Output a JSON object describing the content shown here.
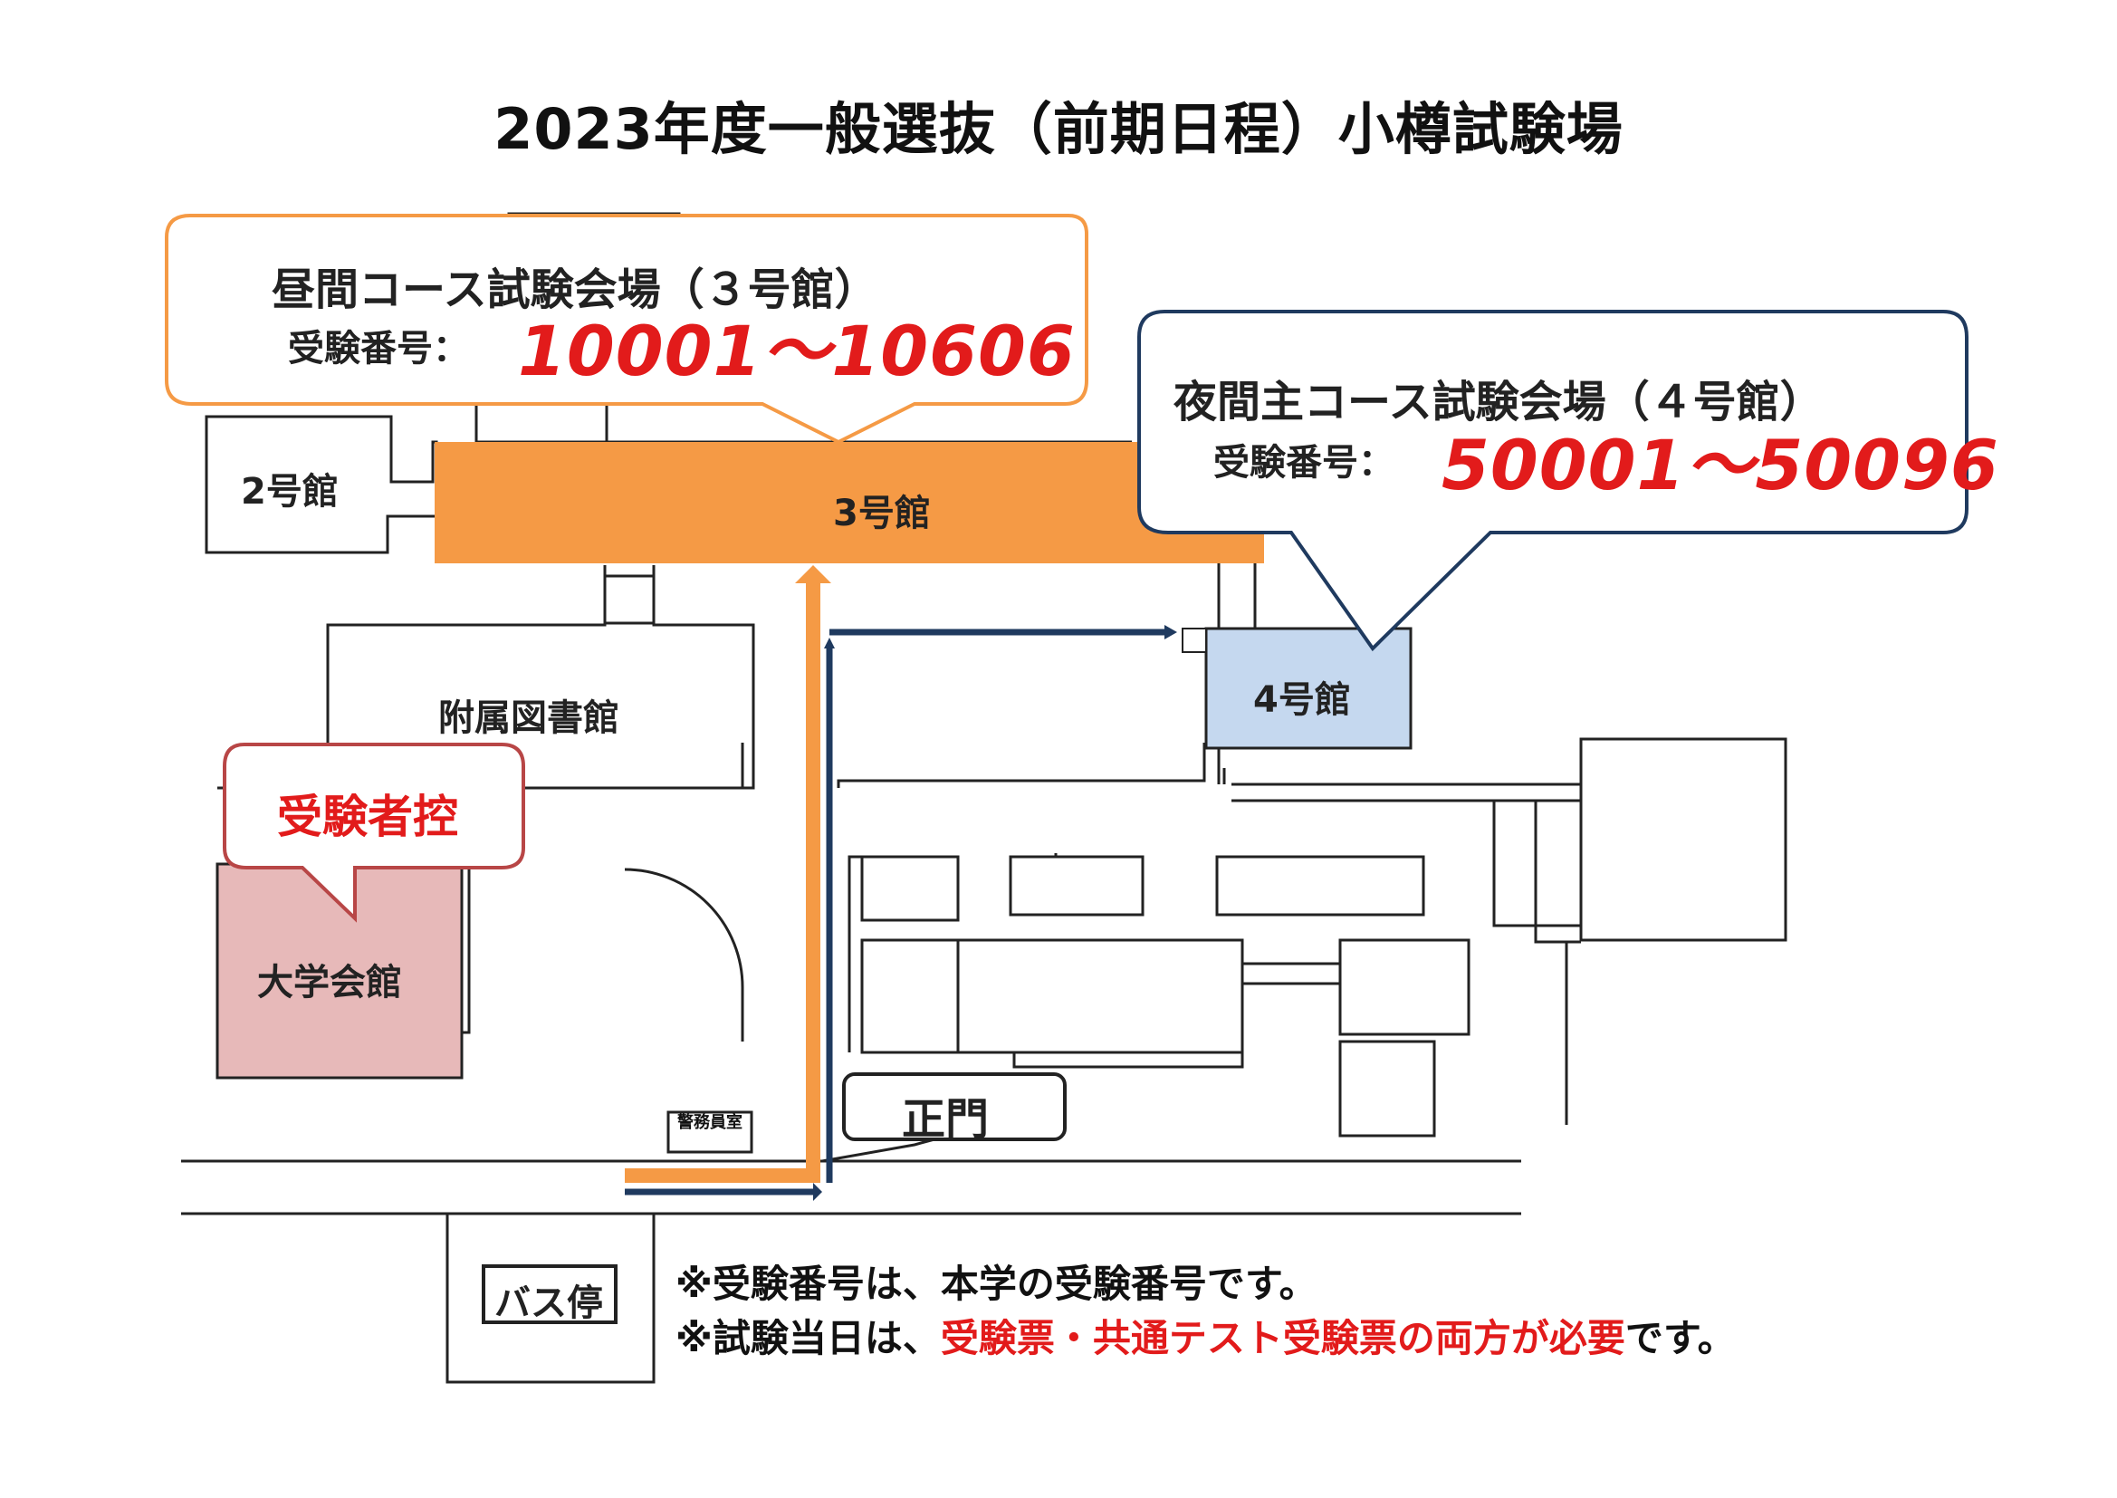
{
  "title": "2023年度一般選抜（前期日程）小樽試験場",
  "callouts": {
    "day": {
      "title": "昼間コース試験会場（３号館）",
      "label": "受験番号：",
      "range": "10001～10606"
    },
    "night": {
      "title": "夜間主コース試験会場（４号館）",
      "label": "受験番号：",
      "range": "50001～50096"
    },
    "waiting": {
      "title": "受験者控"
    }
  },
  "buildings": {
    "bldg2": "2号館",
    "bldg3": "3号館",
    "bldg4": "4号館",
    "library": "附属図書館",
    "hall": "大学会館",
    "guard": "警務員室",
    "gate": "正門",
    "bus": "バス停"
  },
  "notes": {
    "line1": "※受験番号は、本学の受験番号です。",
    "line2_prefix": "※試験当日は、",
    "line2_highlight": "受験票・共通テスト受験票の両方が必要",
    "line2_suffix": "です。"
  },
  "colors": {
    "day_route": "#f59a45",
    "night_route": "#1f3a5f",
    "bldg3_fill": "#f59a45",
    "bldg4_fill": "#c5d8ef",
    "hall_fill": "#e7b9b9",
    "highlight_red": "#e21b1b"
  }
}
